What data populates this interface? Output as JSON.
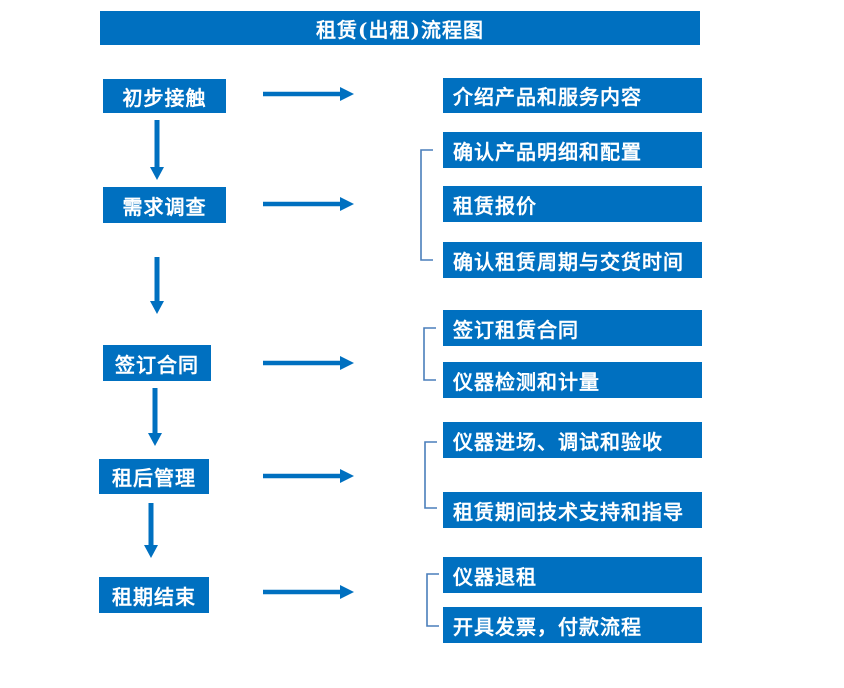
{
  "title": "租赁(出租)流程图",
  "colors": {
    "primary_blue": "#0070C0",
    "bracket_blue": "#4A7EBB",
    "text_white": "#FFFFFF",
    "background": "#FFFFFF"
  },
  "stages": [
    {
      "step": "初步接触",
      "outputs": [
        "介绍产品和服务内容"
      ]
    },
    {
      "step": "需求调查",
      "outputs": [
        "确认产品明细和配置",
        "租赁报价",
        "确认租赁周期与交货时间"
      ]
    },
    {
      "step": "签订合同",
      "outputs": [
        "签订租赁合同",
        "仪器检测和计量"
      ]
    },
    {
      "step": "租后管理",
      "outputs": [
        "仪器进场、调试和验收",
        "租赁期间技术支持和指导"
      ]
    },
    {
      "step": "租期结束",
      "outputs": [
        "仪器退租",
        "开具发票，付款流程"
      ]
    }
  ]
}
